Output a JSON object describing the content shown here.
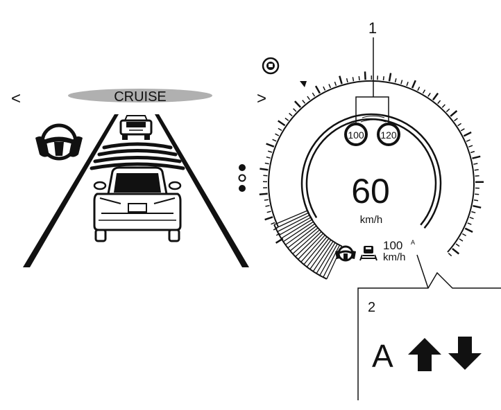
{
  "left_panel": {
    "mode_label": "CRUISE",
    "nav_prev": "<",
    "nav_next": ">",
    "icons": [
      "steering-wheel-hands-icon",
      "lead-vehicle-icon",
      "own-vehicle-icon",
      "distance-bars-icon"
    ]
  },
  "speedometer": {
    "callout_1": "1",
    "speed_limit_low": "100",
    "speed_limit_high": "120",
    "current_speed": "60",
    "speed_unit": "km/h",
    "set_speed": "100",
    "set_speed_mode_mark": "A",
    "set_speed_unit": "km/h",
    "icons": [
      "vehicle-on-steering-icon",
      "steering-assist-icon",
      "lane-car-icon",
      "page-dots-icon"
    ]
  },
  "inset": {
    "callout_2": "2",
    "mode_letter": "A",
    "icons": [
      "up-arrow-icon",
      "down-arrow-icon"
    ]
  }
}
